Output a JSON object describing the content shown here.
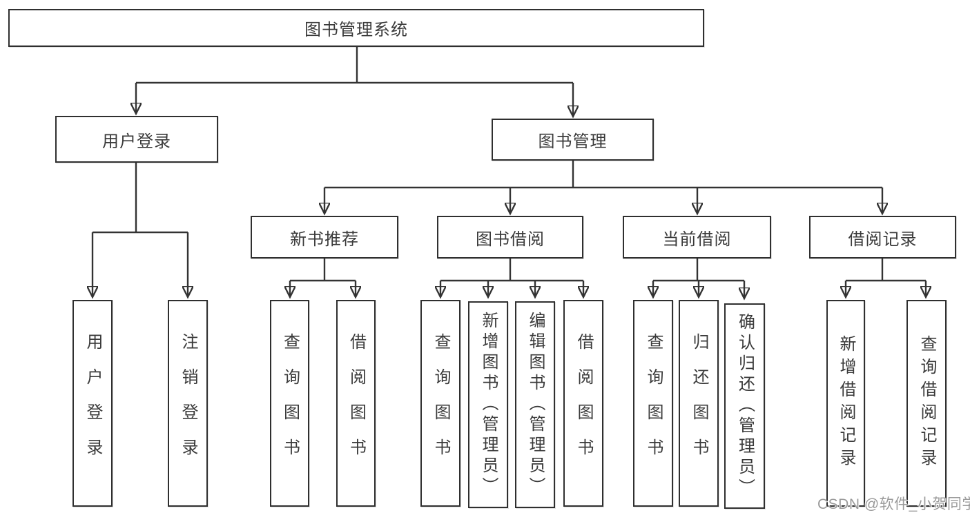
{
  "diagram": {
    "title": "图书管理系统",
    "nodes": {
      "root": "图书管理系统",
      "login": "用户登录",
      "mgmt": "图书管理",
      "login_children": [
        "用户登录",
        "注销登录"
      ],
      "modules": [
        "新书推荐",
        "图书借阅",
        "当前借阅",
        "借阅记录"
      ],
      "recommend_children": [
        "查询图书",
        "借阅图书"
      ],
      "borrow_children": [
        "查询图书",
        "新增图书（管理员）",
        "编辑图书（管理员）",
        "借阅图书"
      ],
      "current_children": [
        "查询图书",
        "归还图书",
        "确认归还（管理员）"
      ],
      "records_children": [
        "新增借阅记录",
        "查询借阅记录"
      ]
    },
    "colors": {
      "line": "#333333",
      "border": "#2f2f2f",
      "text": "#3a3a3a",
      "watermark": "#9a9a9a",
      "background": "#ffffff"
    }
  },
  "watermark": "CSDN @软件_小贺同学"
}
